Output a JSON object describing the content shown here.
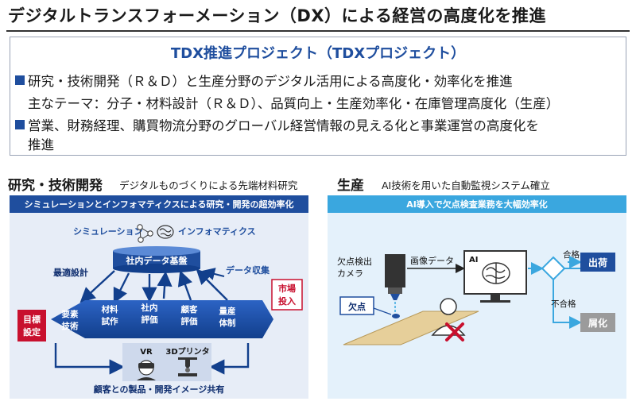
{
  "page": {
    "title": "デジタルトランスフォーメーション（DX）による経営の高度化を推進"
  },
  "tdx": {
    "title": "TDX推進プロジェクト（TDXプロジェクト）",
    "line1": "研究・技術開発（Ｒ＆Ｄ）と生産分野のデジタル活用による高度化・効率化を推進",
    "line2": "主なテーマ：分子・材料設計（Ｒ＆Ｄ）、品質向上・生産効率化・在庫管理高度化（生産）",
    "line3": "営業、財務経理、購買物流分野のグローバル経営情報の見える化と事業運営の高度化を",
    "line4": "推進"
  },
  "rd": {
    "title": "研究・技術開発",
    "subtitle": "デジタルものづくりによる先端材料研究",
    "banner": "シミュレーションとインフォマティクスによる研究・開発の超効率化",
    "simulation": "シミュレーション",
    "informatics": "インフォマティクス",
    "database": "社内データ基盤",
    "optimal_design": "最適設計",
    "data_collection": "データ収集",
    "goal_left": [
      "目標",
      "設定"
    ],
    "market": [
      "市場",
      "投入"
    ],
    "steps": [
      [
        "要素",
        "技術"
      ],
      [
        "材料",
        "試作"
      ],
      [
        "社内",
        "評価"
      ],
      [
        "顧客",
        "評価"
      ],
      [
        "量産",
        "体制"
      ]
    ],
    "vr": "VR",
    "printer": "3Dプリンタ",
    "share": "顧客との製品・開発イメージ共有"
  },
  "prod": {
    "title": "生産",
    "subtitle": "AI技術を用いた自動監視システム確立",
    "banner": "AI導入で欠点検査業務を大幅効率化",
    "camera": [
      "欠点検出",
      "カメラ"
    ],
    "image_data": "画像データ",
    "ai": "AI",
    "pass": "合格",
    "fail": "不合格",
    "ship": "出荷",
    "scrap": "屑化",
    "defect": "欠点"
  },
  "colors": {
    "brand_blue": "#1f4e9e",
    "navy": "#0d2c6e",
    "light_blue": "#3aa7df",
    "red": "#c8102e"
  }
}
